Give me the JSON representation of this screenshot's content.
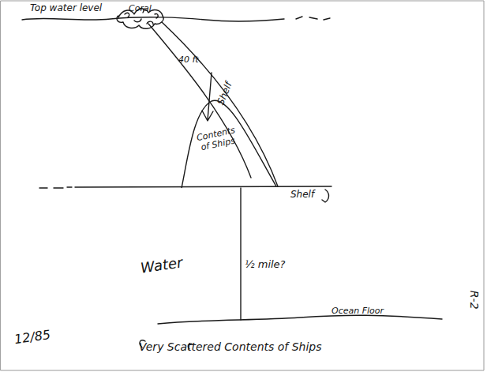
{
  "diagram": {
    "nodes": [
      {
        "text": [
          "Contents of Ships"
        ]
      }
    ],
    "labels": [
      "Top water level",
      "Coral",
      "40 ft",
      "Shelf",
      "Shelf",
      "Water",
      "½ mile?",
      "Ocean Floor",
      "Very Scattered Contents of Ships",
      "12/85",
      "R-2"
    ]
  }
}
